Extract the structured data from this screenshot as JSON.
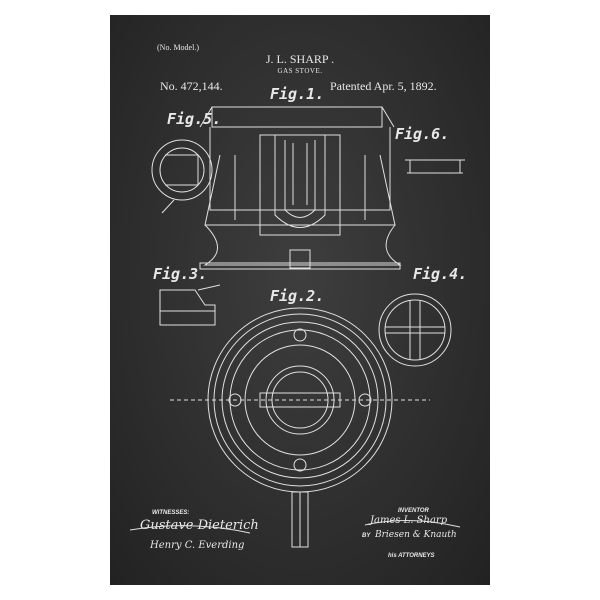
{
  "header": {
    "model": "(No. Model.)",
    "inventor_name": "J. L. SHARP .",
    "subtitle": "GAS STOVE.",
    "patent_number": "No. 472,144.",
    "patent_date": "Patented Apr. 5, 1892."
  },
  "figures": [
    "Fig.1.",
    "Fig.2.",
    "Fig.3.",
    "Fig.4.",
    "Fig.5.",
    "Fig.6."
  ],
  "footer": {
    "witnesses_label": "WITNESSES:",
    "witness_1": "Gustave Dieterich",
    "witness_2": "Henry C. Everding",
    "inventor_label": "INVENTOR",
    "inventor_signature": "James L. Sharp",
    "by": "BY",
    "attorney_signature": "Briesen & Knauth",
    "attorneys_label": "his ATTORNEYS"
  },
  "colors": {
    "background": "#2f2f2f",
    "ink": "#e8e8e8"
  }
}
